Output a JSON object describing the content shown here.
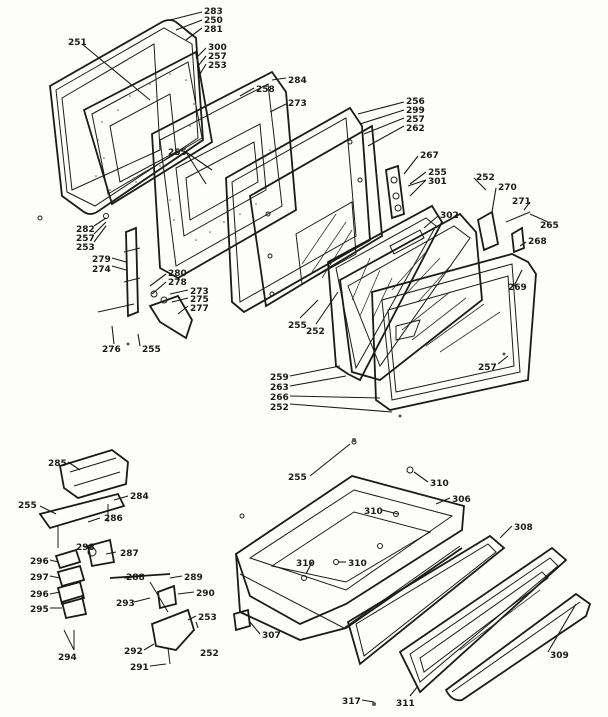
{
  "diagram": {
    "labels": [
      "283",
      "250",
      "281",
      "251",
      "300",
      "257",
      "253",
      "258",
      "284",
      "273",
      "256",
      "299",
      "257",
      "262",
      "255",
      "267",
      "255",
      "301",
      "252",
      "270",
      "271",
      "265",
      "268",
      "302",
      "269",
      "282",
      "257",
      "253",
      "279",
      "274",
      "280",
      "278",
      "273",
      "275",
      "277",
      "276",
      "255",
      "255",
      "252",
      "259",
      "263",
      "266",
      "252",
      "257",
      "285",
      "255",
      "284",
      "286",
      "298",
      "287",
      "296",
      "297",
      "288",
      "289",
      "296",
      "290",
      "295",
      "293",
      "253",
      "294",
      "292",
      "252",
      "291",
      "255",
      "310",
      "306",
      "310",
      "308",
      "310",
      "310",
      "307",
      "309",
      "317",
      "311"
    ]
  }
}
